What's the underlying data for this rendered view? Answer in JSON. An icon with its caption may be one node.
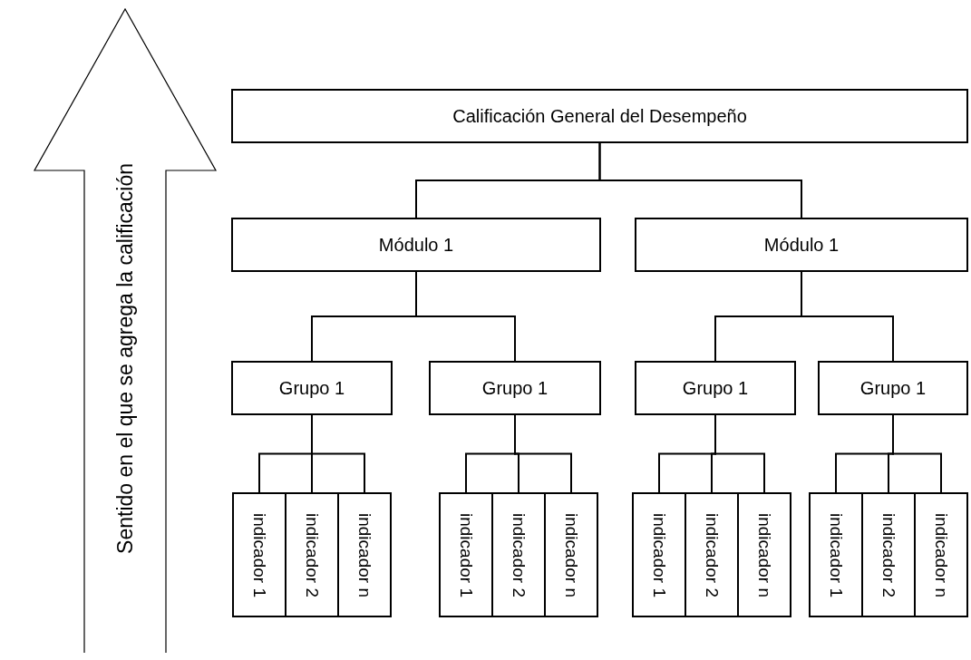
{
  "diagram": {
    "nodes": [
      {
        "text": [
          "Sentido en el que se agrega la calificación"
        ]
      },
      {
        "text": [
          "Calificación General del Desempeño"
        ]
      },
      {
        "text": [
          "Módulo 1"
        ]
      },
      {
        "text": [
          "Módulo 1"
        ]
      },
      {
        "text": [
          "Grupo 1"
        ]
      },
      {
        "text": [
          "Grupo 1"
        ]
      },
      {
        "text": [
          "Grupo 1"
        ]
      },
      {
        "text": [
          "Grupo 1"
        ]
      },
      {
        "text": [
          "indicador 1"
        ]
      },
      {
        "text": [
          "indicador 2"
        ]
      },
      {
        "text": [
          "indicador n"
        ]
      },
      {
        "text": [
          "indicador 1"
        ]
      },
      {
        "text": [
          "indicador 2"
        ]
      },
      {
        "text": [
          "indicador n"
        ]
      },
      {
        "text": [
          "indicador 1"
        ]
      },
      {
        "text": [
          "indicador 2"
        ]
      },
      {
        "text": [
          "indicador n"
        ]
      },
      {
        "text": [
          "indicador 1"
        ]
      },
      {
        "text": [
          "indicador 2"
        ]
      },
      {
        "text": [
          "indicador n"
        ]
      }
    ],
    "edges": [
      {
        "from": 1,
        "to": 2,
        "arrow": "none"
      },
      {
        "from": 1,
        "to": 3,
        "arrow": "none"
      },
      {
        "from": 2,
        "to": 4,
        "arrow": "none"
      },
      {
        "from": 2,
        "to": 5,
        "arrow": "none"
      },
      {
        "from": 3,
        "to": 6,
        "arrow": "none"
      },
      {
        "from": 3,
        "to": 7,
        "arrow": "none"
      },
      {
        "from": 4,
        "to": 8,
        "arrow": "none"
      },
      {
        "from": 4,
        "to": 9,
        "arrow": "none"
      },
      {
        "from": 4,
        "to": 10,
        "arrow": "none"
      },
      {
        "from": 5,
        "to": 11,
        "arrow": "none"
      },
      {
        "from": 5,
        "to": 12,
        "arrow": "none"
      },
      {
        "from": 5,
        "to": 13,
        "arrow": "none"
      },
      {
        "from": 6,
        "to": 14,
        "arrow": "none"
      },
      {
        "from": 6,
        "to": 15,
        "arrow": "none"
      },
      {
        "from": 6,
        "to": 16,
        "arrow": "none"
      },
      {
        "from": 7,
        "to": 17,
        "arrow": "none"
      },
      {
        "from": 7,
        "to": 18,
        "arrow": "none"
      },
      {
        "from": 7,
        "to": 19,
        "arrow": "none"
      }
    ]
  }
}
